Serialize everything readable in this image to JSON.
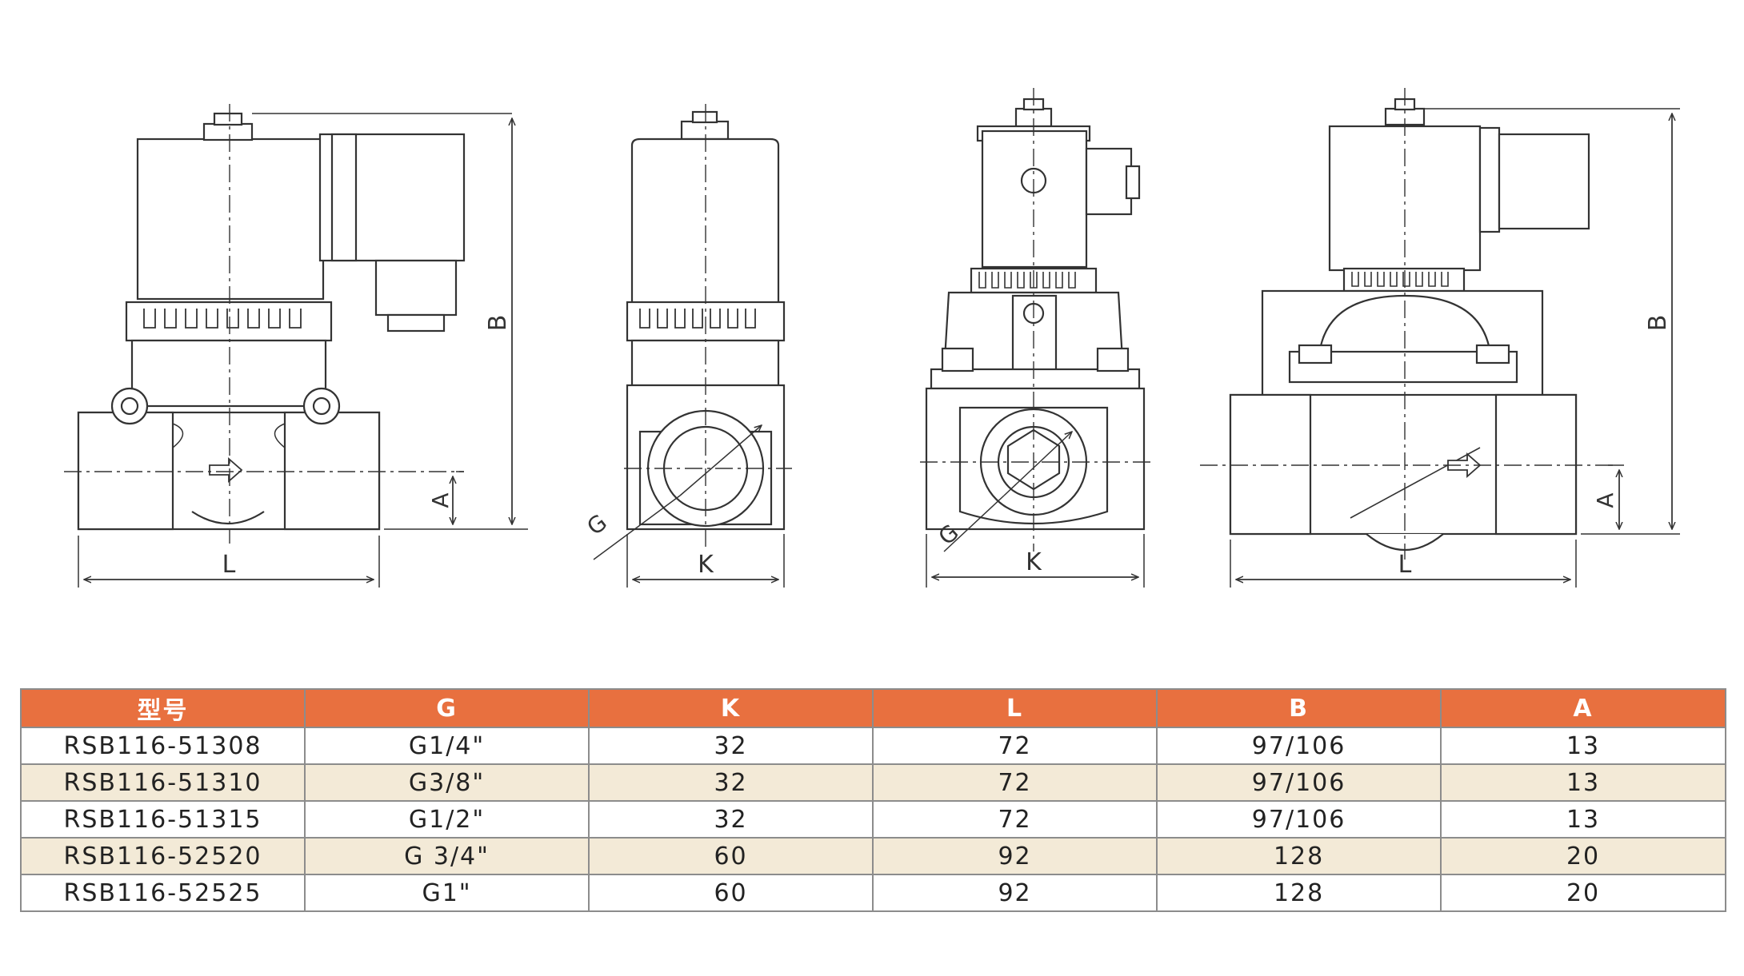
{
  "drawing": {
    "labels": {
      "view1_L": "L",
      "view1_B": "B",
      "view1_A": "A",
      "view2_K": "K",
      "view2_G": "G",
      "view3_K": "K",
      "view3_G": "G",
      "view4_L": "L",
      "view4_B": "B",
      "view4_A": "A"
    }
  },
  "table": {
    "headers": [
      "型号",
      "G",
      "K",
      "L",
      "B",
      "A"
    ],
    "rows": [
      [
        "RSB116-51308",
        "G1/4\"",
        "32",
        "72",
        "97/106",
        "13"
      ],
      [
        "RSB116-51310",
        "G3/8\"",
        "32",
        "72",
        "97/106",
        "13"
      ],
      [
        "RSB116-51315",
        "G1/2\"",
        "32",
        "72",
        "97/106",
        "13"
      ],
      [
        "RSB116-52520",
        "G 3/4\"",
        "60",
        "92",
        "128",
        "20"
      ],
      [
        "RSB116-52525",
        "G1\"",
        "60",
        "92",
        "128",
        "20"
      ]
    ],
    "colors": {
      "header_bg": "#e8703f",
      "stripe_bg": "#f3ead7",
      "border": "#8c8c8c"
    }
  }
}
